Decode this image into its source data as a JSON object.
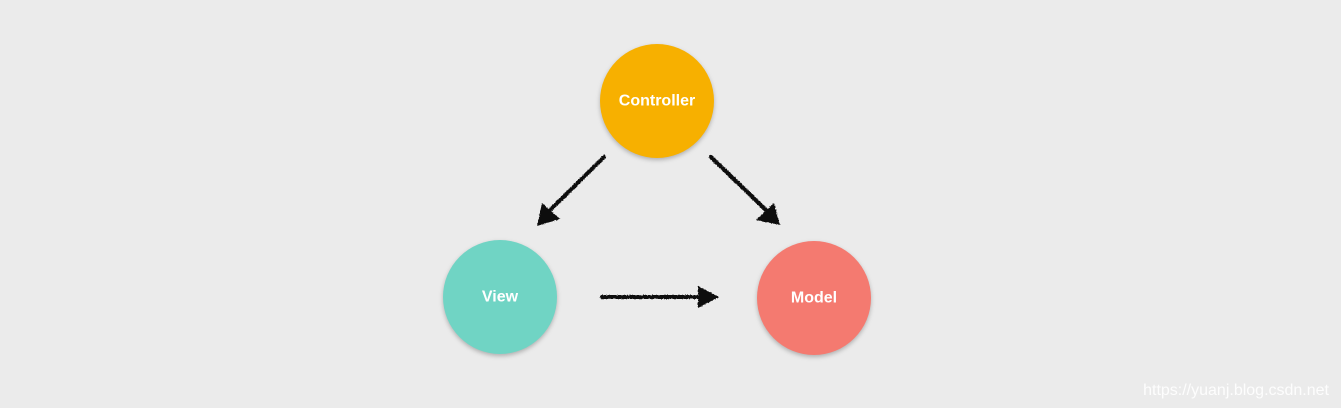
{
  "diagram": {
    "nodes": [
      {
        "id": "controller",
        "label": "Controller",
        "color": "#f7b000"
      },
      {
        "id": "view",
        "label": "View",
        "color": "#70d4c4"
      },
      {
        "id": "model",
        "label": "Model",
        "color": "#f47a70"
      }
    ],
    "edges": [
      {
        "from": "controller",
        "to": "view"
      },
      {
        "from": "controller",
        "to": "model"
      },
      {
        "from": "view",
        "to": "model"
      }
    ],
    "arrow_color": "#111111",
    "background": "#ebebeb"
  },
  "watermark": "https://yuanj.blog.csdn.net"
}
